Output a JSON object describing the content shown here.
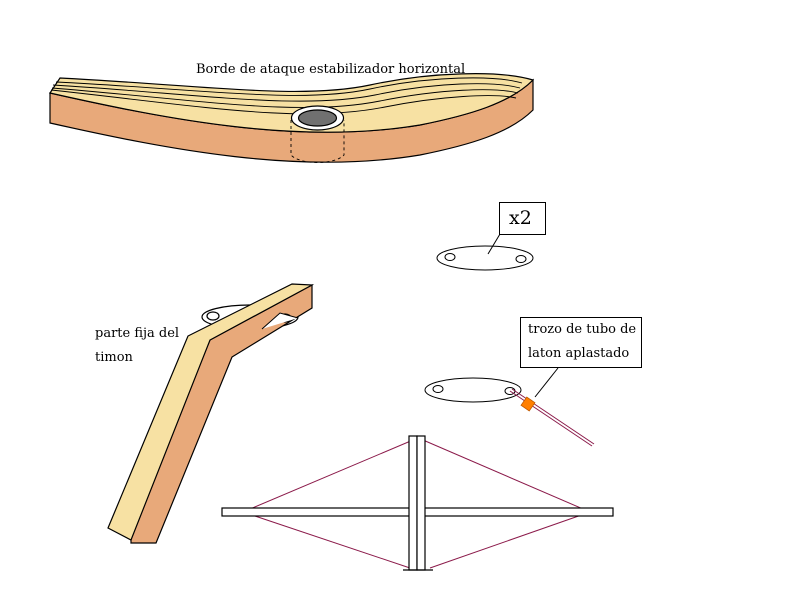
{
  "labels": {
    "title": "Borde de ataque estabilizador horizontal",
    "fixed_part_line1": "parte fija del",
    "fixed_part_line2": "timon",
    "count": "x2",
    "tube_line1": "trozo de tubo de",
    "tube_line2": "laton aplastado"
  },
  "colors": {
    "wood_top": "#f7e1a3",
    "wood_side": "#e8a97a",
    "tube_hole": "#707070",
    "wire": "#8b1a4a",
    "brass_tube": "#ff7f00",
    "outline": "#000000"
  }
}
